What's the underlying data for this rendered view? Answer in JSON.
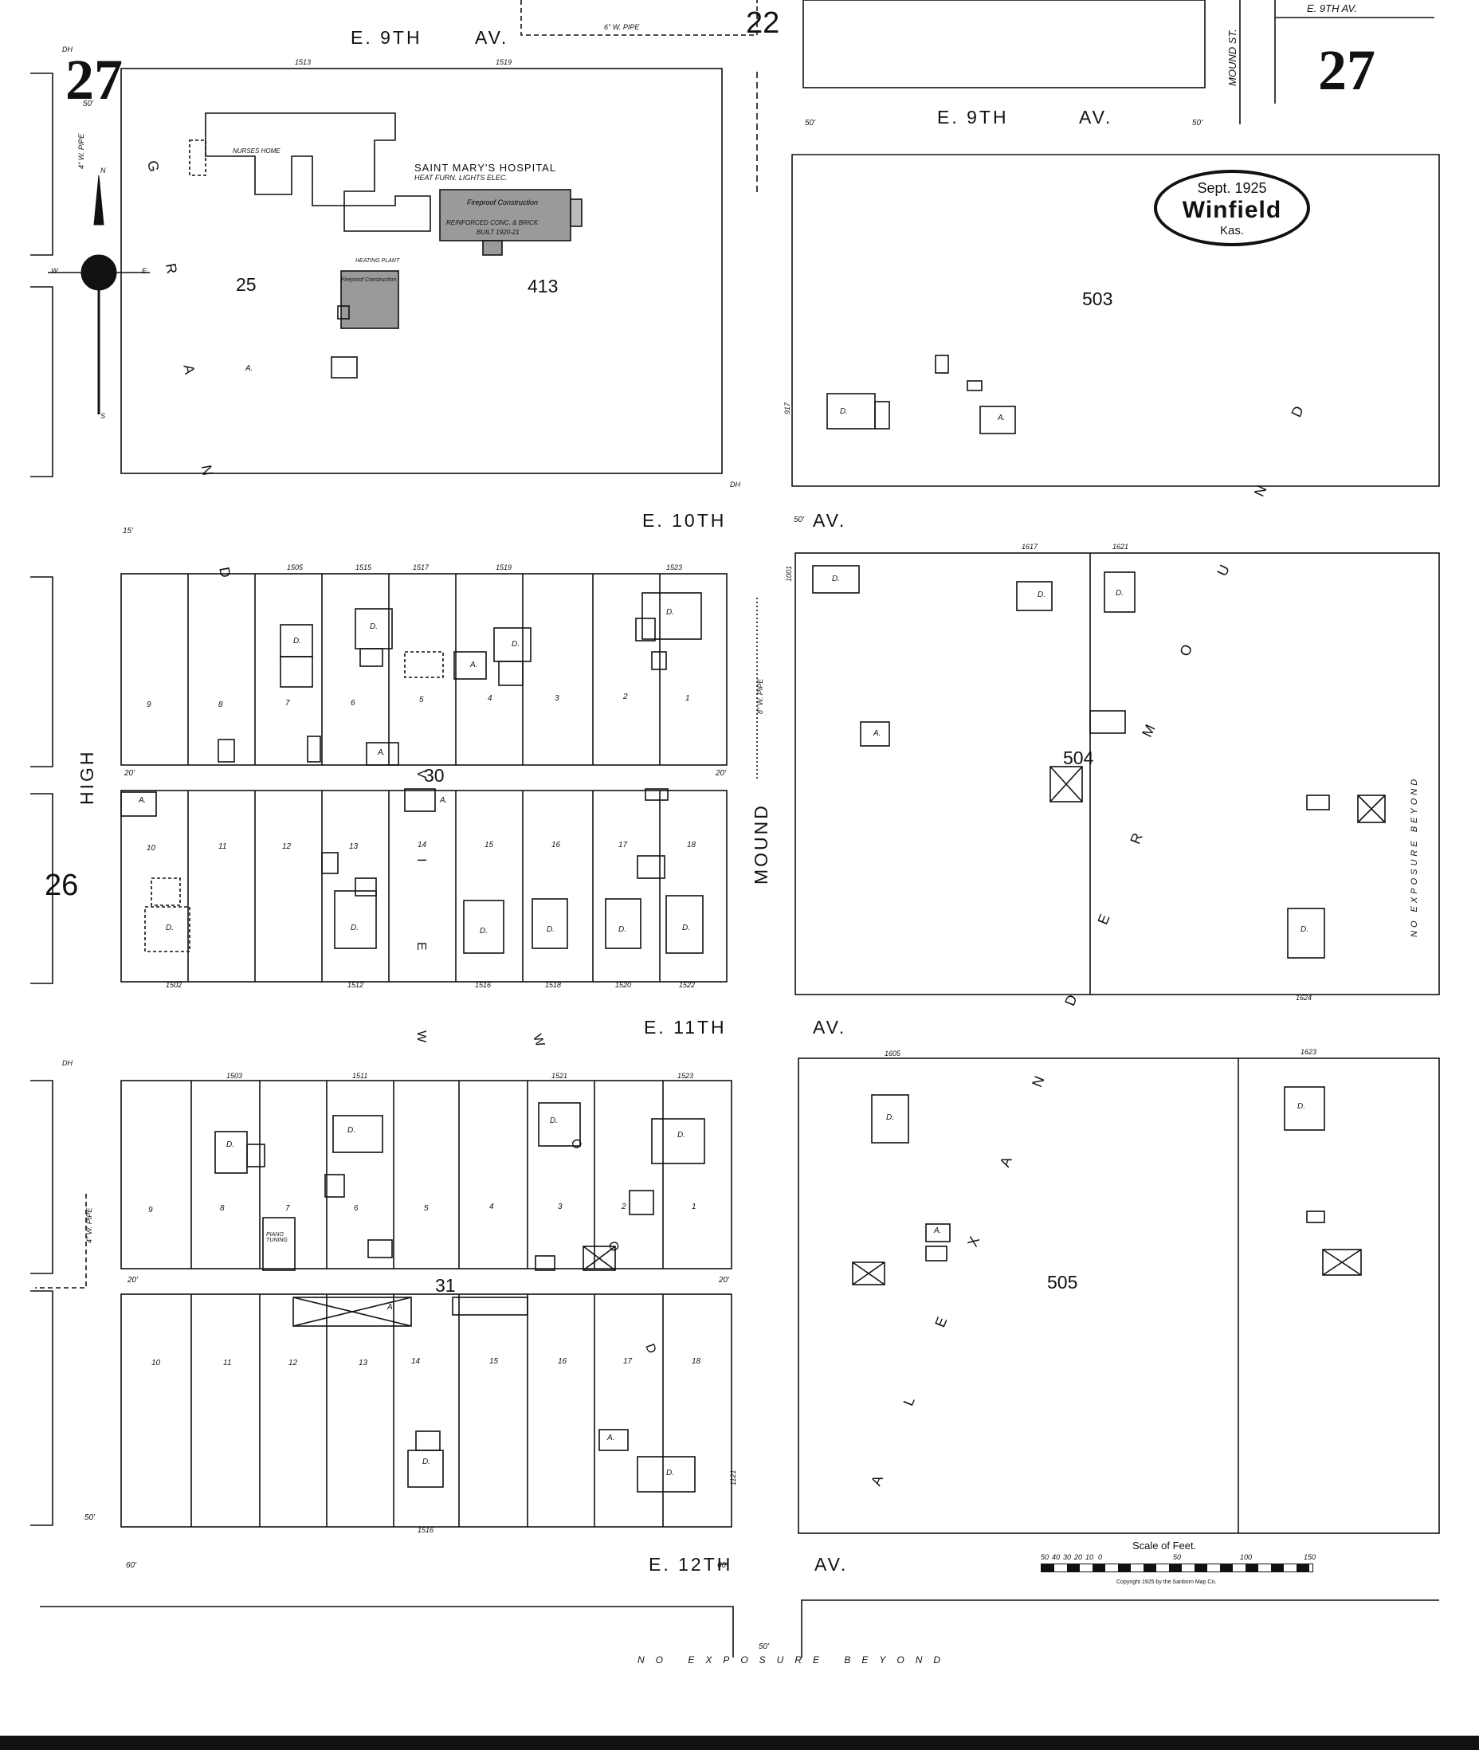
{
  "sheet": {
    "number_left": "27",
    "number_right": "27",
    "adjacent_top": "22",
    "adjacent_left": "26"
  },
  "stamp": {
    "date": "Sept. 1925",
    "city": "Winfield",
    "state": "Kas."
  },
  "streets": {
    "e9_left": "E. 9TH",
    "e9_left_av": "AV.",
    "e9_right": "E. 9TH",
    "e9_right_av": "AV.",
    "e9_corner": "E. 9TH  AV.",
    "e10": "E. 10TH",
    "e10_av": "AV.",
    "e11": "E. 11TH",
    "e11_av": "AV.",
    "e12": "E. 12TH",
    "e12_av": "AV.",
    "high": "HIGH",
    "mound": "MOUND",
    "mound_st": "MOUND ST.",
    "grand": "G R A N D",
    "alexander": "A L E X A N D E R",
    "mound_diag": "M O U N D",
    "view": "V I E W",
    "wood": "W O O D"
  },
  "blocks": {
    "b25": "25",
    "b413": "413",
    "b503": "503",
    "b504": "504",
    "b505": "505",
    "b30": "30",
    "b31": "31"
  },
  "hospital": {
    "name": "SAINT MARY'S HOSPITAL",
    "sub": "HEAT FURN. LIGHTS ELEC.",
    "construction": "Fireproof Construction",
    "details": "REINFORCED CONC. & BRICK",
    "built": "BUILT 1920-21",
    "nurses": "NURSES HOME",
    "heating": "HEATING PLANT",
    "heating_construction": "Fireproof Construction"
  },
  "pipes": {
    "top": "6\" W. PIPE",
    "left": "4\" W. PIPE",
    "mound": "8\" W. PIPE",
    "lower_left": "4\" W. PIPE"
  },
  "addresses": {
    "a1513": "1513",
    "a1519": "1519",
    "b30_top": [
      "1505",
      "1515",
      "1517",
      "1519",
      "1523"
    ],
    "b30_bottom": [
      "1502",
      "1512",
      "1516",
      "1518",
      "1520",
      "1522"
    ],
    "b31_top": [
      "1503",
      "1511",
      "1521",
      "1523"
    ],
    "b31_bottom": "1516",
    "b504_top": [
      "1617",
      "1621"
    ],
    "b504_bottom": "1624",
    "b504_side": "1001",
    "b505_top": [
      "1605",
      "1623"
    ],
    "b503_side": "917",
    "b31_side": "1121"
  },
  "lots": {
    "b30_top": [
      "9",
      "8",
      "7",
      "6",
      "5",
      "4",
      "3",
      "2",
      "1"
    ],
    "b30_bottom": [
      "10",
      "11",
      "12",
      "13",
      "14",
      "15",
      "16",
      "17",
      "18"
    ],
    "b31_top": [
      "9",
      "8",
      "7",
      "6",
      "5",
      "4",
      "3",
      "2",
      "1"
    ],
    "b31_bottom": [
      "10",
      "11",
      "12",
      "13",
      "14",
      "15",
      "16",
      "17",
      "18"
    ]
  },
  "labels": {
    "piano": "PIANO TUNING",
    "dh": "DH",
    "no_exposure_side": "NO EXPOSURE BEYOND",
    "no_exposure_bottom": "NO EXPOSURE BEYOND"
  },
  "scale": {
    "title": "Scale of Feet.",
    "ticks": [
      "50",
      "40",
      "30",
      "20",
      "10",
      "0",
      "50",
      "100",
      "150"
    ],
    "copyright": "Copyright 1925 by the Sanborn Map Co."
  },
  "legend": {
    "dwelling": "D.",
    "auto": "A.",
    "compass": {
      "n": "N",
      "s": "S",
      "e": "E",
      "w": "W"
    }
  },
  "dims": {
    "d50": "50'",
    "d20": "20'",
    "d15": "15'",
    "d60": "60'"
  }
}
